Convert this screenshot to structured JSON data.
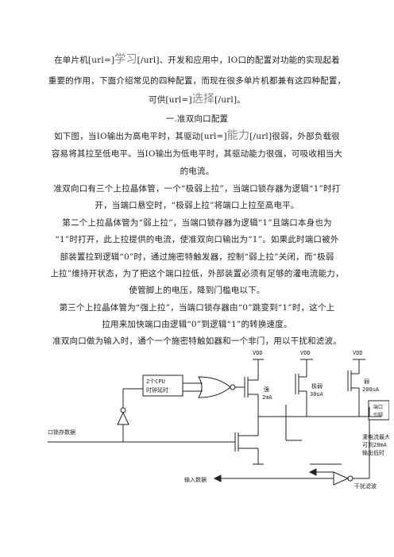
{
  "intro": {
    "line1_a": "在单片机[url=]",
    "line1_b": "学习",
    "line1_c": "[/url]、开发和应用中，IO口的配置对功能的实现起着",
    "line2": "重要的作用，下面介绍常见的四种配置，而现在很多单片机都兼有这四种配置，",
    "line3_a": "可供[url=]",
    "line3_b": "选择",
    "line3_c": "[/url]。"
  },
  "section1": {
    "heading": "一.准双向口配置",
    "p1_line1_a": "如下图，当IO输出为高电平时，其驱动[url=]",
    "p1_line1_b": "能力",
    "p1_line1_c": "[/url]很弱，外部负载很",
    "p1_line2": "容易将其拉至低电平。当IO输出为低电平时，其驱动能力很强，可吸收相当大",
    "p1_line3": "的电流。",
    "p2_line1": "准双向口有三个上拉晶体管，一个“极弱上拉”，当端口锁存器为逻辑“1”时打",
    "p2_line2": "开，当端口悬空时，“极弱上拉”将端口上拉至高电平。",
    "p3_line1": "第二个上拉晶体管为“弱上拉”，当端口锁存器为逻辑“1”且端口本身也为",
    "p3_line2": "“1”时打开，此上拉提供的电流，使准双向口输出为“1”。如果此时端口被外",
    "p3_line3": "部装置拉到逻辑“0”时，通过施密特触发器，控制“弱上拉”关闭，而“极弱",
    "p3_line4": "上拉”维持开状态，为了把这个端口拉低，外部装置必须有足够的灌电流能力，",
    "p3_line5": "使管脚上的电压，降到门槛电以下。",
    "p4_line1": "第三个上拉晶体管为“强上拉”，当端口锁存器由“0”跳变到“1”时，这个上",
    "p4_line2": "拉用来加快端口由逻辑“0”到逻辑“1”的转换速度。",
    "p5_line1": "准双向口做为输入时，通个一个施密特触如器和一个非门，用以干扰和滤波。"
  },
  "diagram": {
    "vdd1": "VDD",
    "vdd2": "VDD",
    "vdd3": "VDD",
    "delay_line1": "2个CPU",
    "delay_line2": "时钟延时",
    "strong_label": "强",
    "strong_current": "2mA",
    "very_weak_label": "极弱",
    "very_weak_current": "30uA",
    "weak_label": "弱",
    "weak_current": "200uA",
    "pin_label1": "端口",
    "pin_label2": "引脚",
    "latch_label": "口锁存数据",
    "sink_line1": "灌电流最大",
    "sink_line2": "可到20mA",
    "sink_line3": "输出低时",
    "input_label": "输入数据",
    "filter_label": "干扰滤波"
  }
}
